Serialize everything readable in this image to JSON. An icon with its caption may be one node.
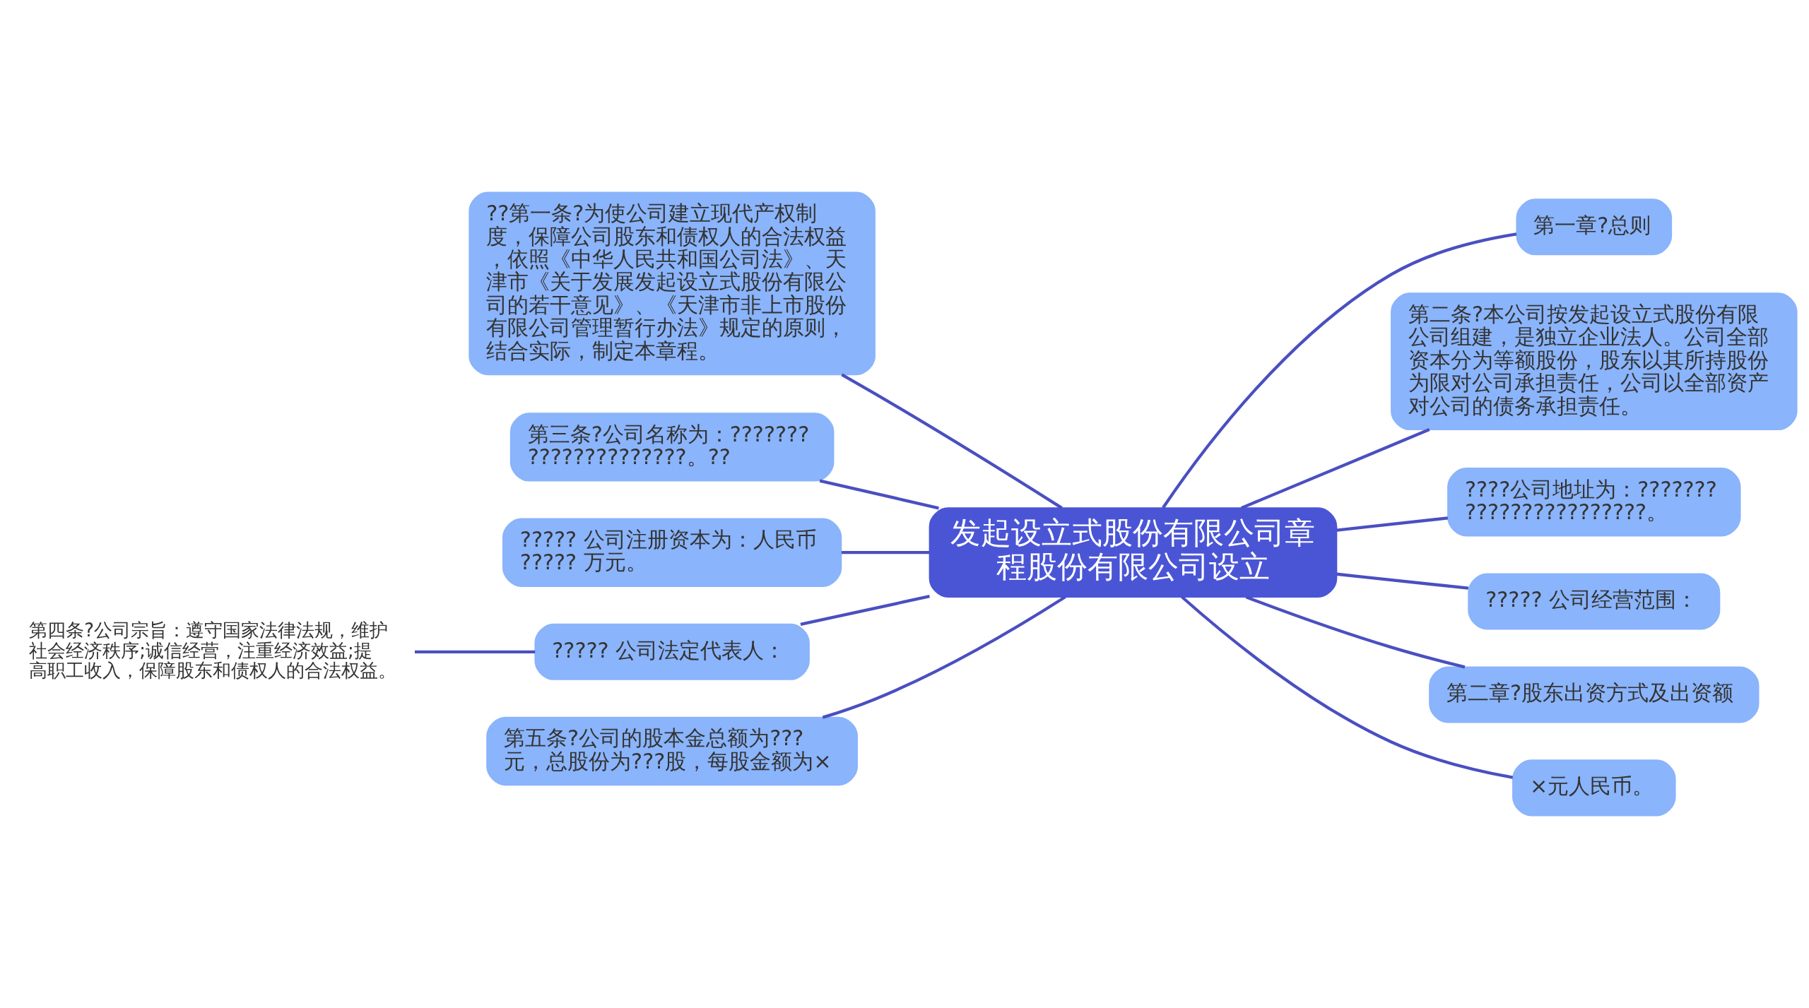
{
  "diagram": {
    "nodes": [
      {
        "text": [
          "发起设立式股份有限公司章程股份有限公司设立"
        ]
      },
      {
        "text": [
          "??第一条?为使公司建立现代产权制度，保障公司股东和债权人的合法权益，依照《中华人民共和国公司法》、天津市《关于发展发起设立式股份有限公司的若干意见》、《天津市非上市股份有限公司管理暂行办法》规定的原则，结合实际，制定本章程。"
        ]
      },
      {
        "text": [
          "第三条?公司名称为：?????????????????????。??"
        ]
      },
      {
        "text": [
          "????? 公司注册资本为：人民币????? 万元。"
        ]
      },
      {
        "text": [
          "????? 公司法定代表人："
        ]
      },
      {
        "text": [
          "第四条?公司宗旨：遵守国家法律法规，维护社会经济秩序;诚信经营，注重经济效益;提高职工收入，保障股东和债权人的合法权益。"
        ]
      },
      {
        "text": [
          "第五条?公司的股本金总额为??? 元，总股份为???股，每股金额为×"
        ]
      },
      {
        "text": [
          "第一章?总则"
        ]
      },
      {
        "text": [
          "第二条?本公司按发起设立式股份有限公司组建，是独立企业法人。公司全部资本分为等额股份，股东以其所持股份为限对公司承担责任，公司以全部资产对公司的债务承担责任。"
        ]
      },
      {
        "text": [
          "????公司地址为：???????????????????????。"
        ]
      },
      {
        "text": [
          "????? 公司经营范围："
        ]
      },
      {
        "text": [
          "第二章?股东出资方式及出资额"
        ]
      },
      {
        "text": [
          "×元人民币。"
        ]
      }
    ],
    "edges": [
      {
        "from": 0,
        "to": 1,
        "arrow": "none"
      },
      {
        "from": 0,
        "to": 2,
        "arrow": "none"
      },
      {
        "from": 0,
        "to": 3,
        "arrow": "none"
      },
      {
        "from": 0,
        "to": 4,
        "arrow": "none"
      },
      {
        "from": 4,
        "to": 5,
        "arrow": "none"
      },
      {
        "from": 0,
        "to": 6,
        "arrow": "none"
      },
      {
        "from": 0,
        "to": 7,
        "arrow": "none"
      },
      {
        "from": 0,
        "to": 8,
        "arrow": "none"
      },
      {
        "from": 0,
        "to": 9,
        "arrow": "none"
      },
      {
        "from": 0,
        "to": 10,
        "arrow": "none"
      },
      {
        "from": 0,
        "to": 11,
        "arrow": "none"
      },
      {
        "from": 0,
        "to": 12,
        "arrow": "none"
      }
    ]
  }
}
